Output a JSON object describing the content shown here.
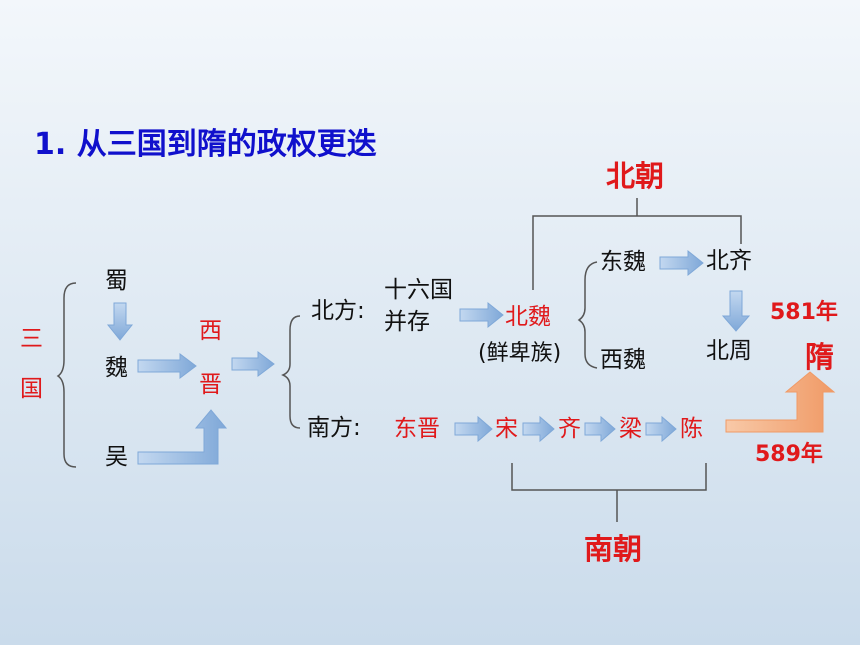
{
  "title": "1. 从三国到隋的政权更迭",
  "three_kingdoms": {
    "label_1": "三",
    "label_2": "国",
    "shu": "蜀",
    "wei": "魏",
    "wu": "吴"
  },
  "western_jin": {
    "char_1": "西",
    "char_2": "晋"
  },
  "north": {
    "label": "北方:",
    "sixteen_line1": "十六国",
    "sixteen_line2": "并存",
    "northern_wei": "北魏",
    "xianbei": "(鲜卑族)",
    "eastern_wei": "东魏",
    "western_wei": "西魏",
    "northern_qi": "北齐",
    "northern_zhou": "北周",
    "bracket_label": "北朝"
  },
  "south": {
    "label": "南方:",
    "eastern_jin": "东晋",
    "song": "宋",
    "qi": "齐",
    "liang": "梁",
    "chen": "陈",
    "bracket_label": "南朝"
  },
  "sui": {
    "name": "隋",
    "year_north": "581年",
    "year_south": "589年"
  },
  "colors": {
    "red": "#e0191b",
    "title_blue": "#1010cc",
    "arrow_blue": "#8fb4de",
    "arrow_orange": "#f4b083"
  }
}
